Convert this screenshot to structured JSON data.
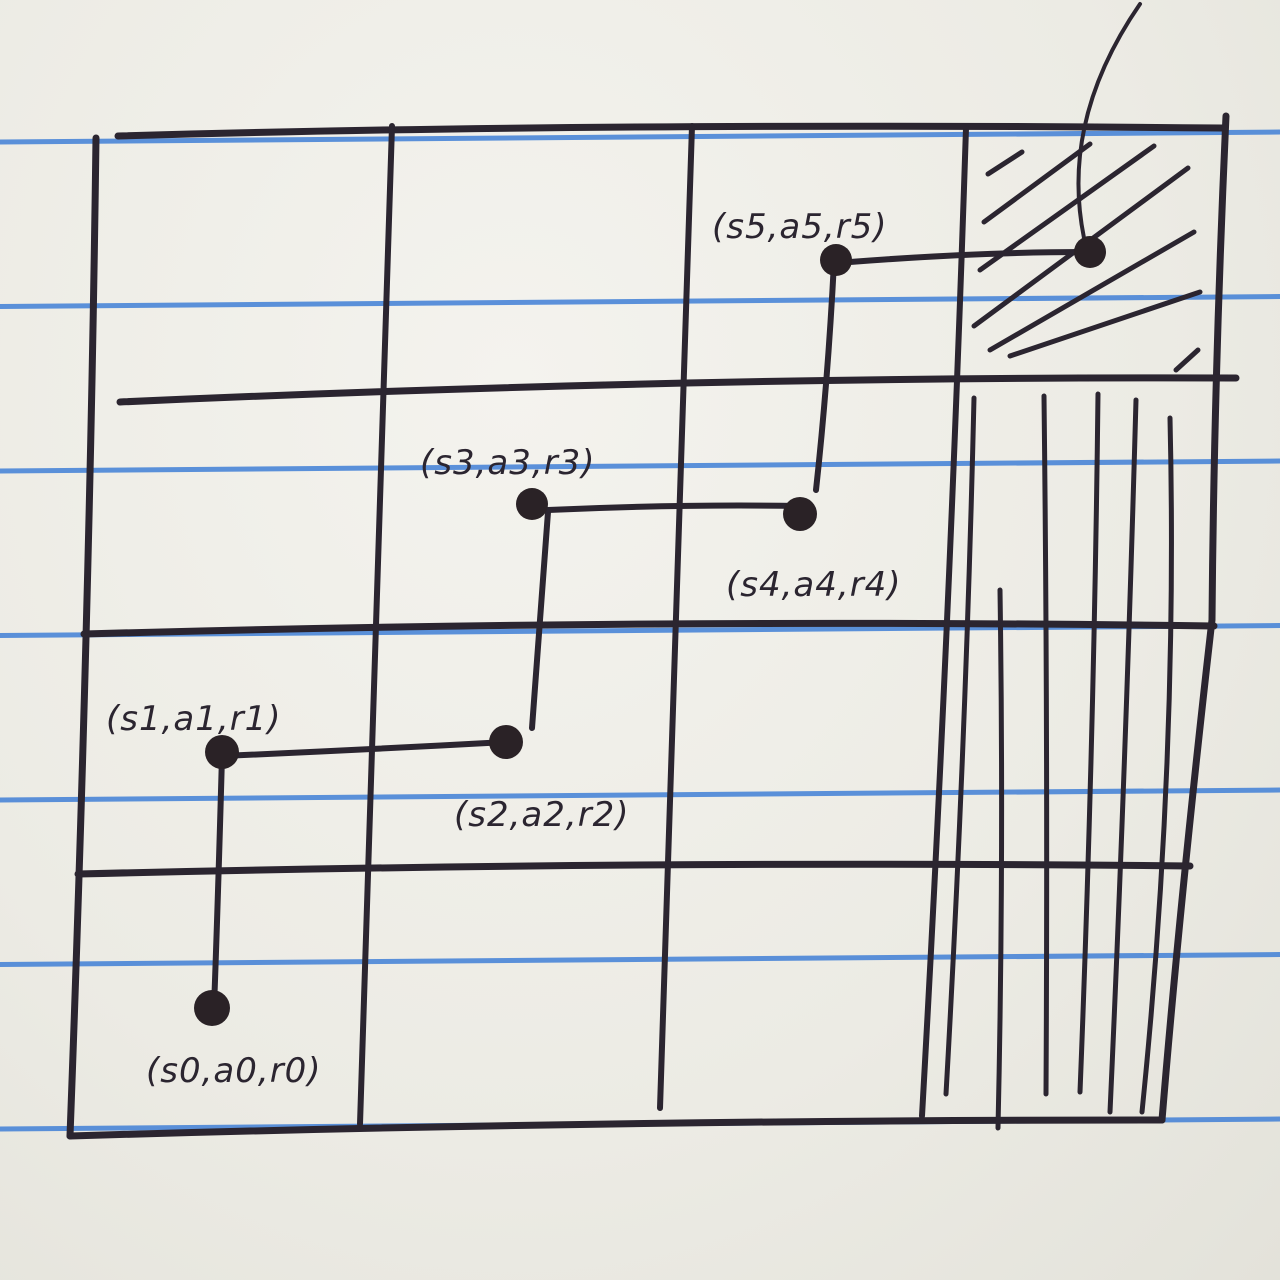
{
  "colors": {
    "paper": "#efeee8",
    "rule_line": "#3f7fd6",
    "ink": "#2b2530",
    "dot": "#2a2226"
  },
  "states": [
    {
      "id": "s0",
      "label": "(s0,a0,r0)",
      "col": 0,
      "row": 3
    },
    {
      "id": "s1",
      "label": "(s1,a1,r1)",
      "col": 0,
      "row": 2
    },
    {
      "id": "s2",
      "label": "(s2,a2,r2)",
      "col": 1,
      "row": 2
    },
    {
      "id": "s3",
      "label": "(s3,a3,r3)",
      "col": 1,
      "row": 1
    },
    {
      "id": "s4",
      "label": "(s4,a4,r4)",
      "col": 2,
      "row": 1
    },
    {
      "id": "s5",
      "label": "(s5,a5,r5)",
      "col": 2,
      "row": 0
    },
    {
      "id": "goal",
      "label": "",
      "col": 3,
      "row": 0
    }
  ],
  "cells": {
    "goal": {
      "col": 3,
      "row": 0,
      "fill": "hatched"
    },
    "blocked": [
      {
        "col": 3,
        "row": 1,
        "fill": "vertical-lines"
      },
      {
        "col": 3,
        "row": 2,
        "fill": "vertical-lines"
      },
      {
        "col": 3,
        "row": 3,
        "fill": "vertical-lines"
      }
    ]
  }
}
